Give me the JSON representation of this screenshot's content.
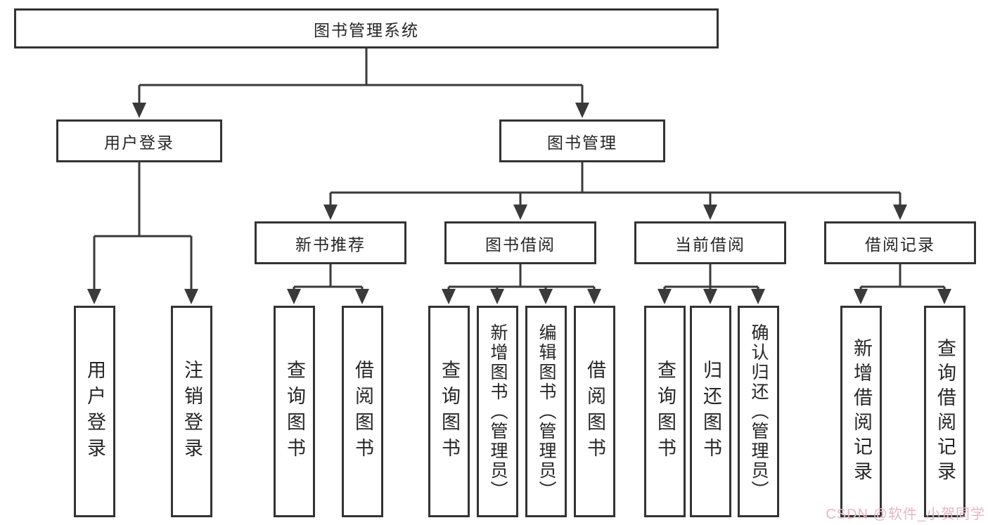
{
  "diagram": {
    "root": {
      "label": "图书管理系统"
    },
    "level1": [
      {
        "label": "用户登录"
      },
      {
        "label": "图书管理"
      }
    ],
    "level2": [
      {
        "label": "新书推荐"
      },
      {
        "label": "图书借阅"
      },
      {
        "label": "当前借阅"
      },
      {
        "label": "借阅记录"
      }
    ],
    "leaves": {
      "user_login": [
        {
          "label": "用户登录"
        },
        {
          "label": "注销登录"
        }
      ],
      "new_book_recommend": [
        {
          "label": "查询图书"
        },
        {
          "label": "借阅图书"
        }
      ],
      "book_borrowing": [
        {
          "label": "查询图书"
        },
        {
          "label": "新增图书（管理员）"
        },
        {
          "label": "编辑图书（管理员）"
        },
        {
          "label": "借阅图书"
        }
      ],
      "current_borrowing": [
        {
          "label": "查询图书"
        },
        {
          "label": "归还图书"
        },
        {
          "label": "确认归还（管理员）"
        }
      ],
      "borrowing_records": [
        {
          "label": "新增借阅记录"
        },
        {
          "label": "查询借阅记录"
        }
      ]
    }
  },
  "watermark": {
    "text": "CSDN @软件_小贺同学"
  },
  "colors": {
    "line": "#3a3a3a",
    "box_border": "#333333",
    "text": "#262626",
    "watermark": "#e7b6c1",
    "background": "#ffffff"
  }
}
